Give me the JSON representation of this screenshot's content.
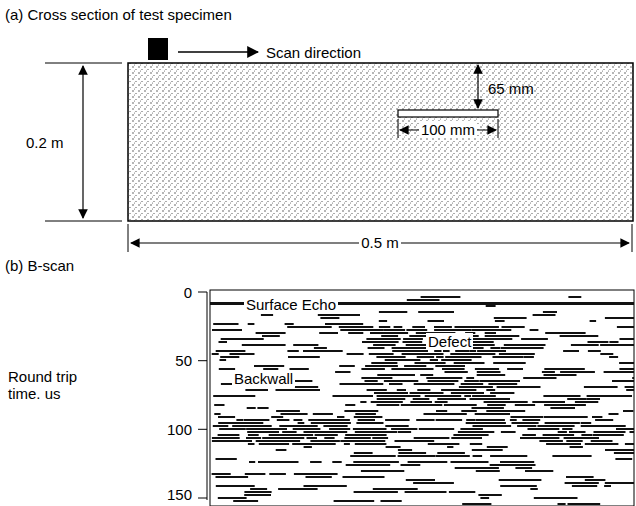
{
  "diagram": {
    "labels": [
      "(a) Cross section of test specimen",
      "Scan direction",
      "65 mm",
      "0.2 m",
      "100 mm",
      "0.5 m",
      "(b) B-scan",
      "0",
      "50",
      "100",
      "150",
      "Round trip time. us",
      "Surface Echo",
      "Defect",
      "Backwall"
    ]
  }
}
